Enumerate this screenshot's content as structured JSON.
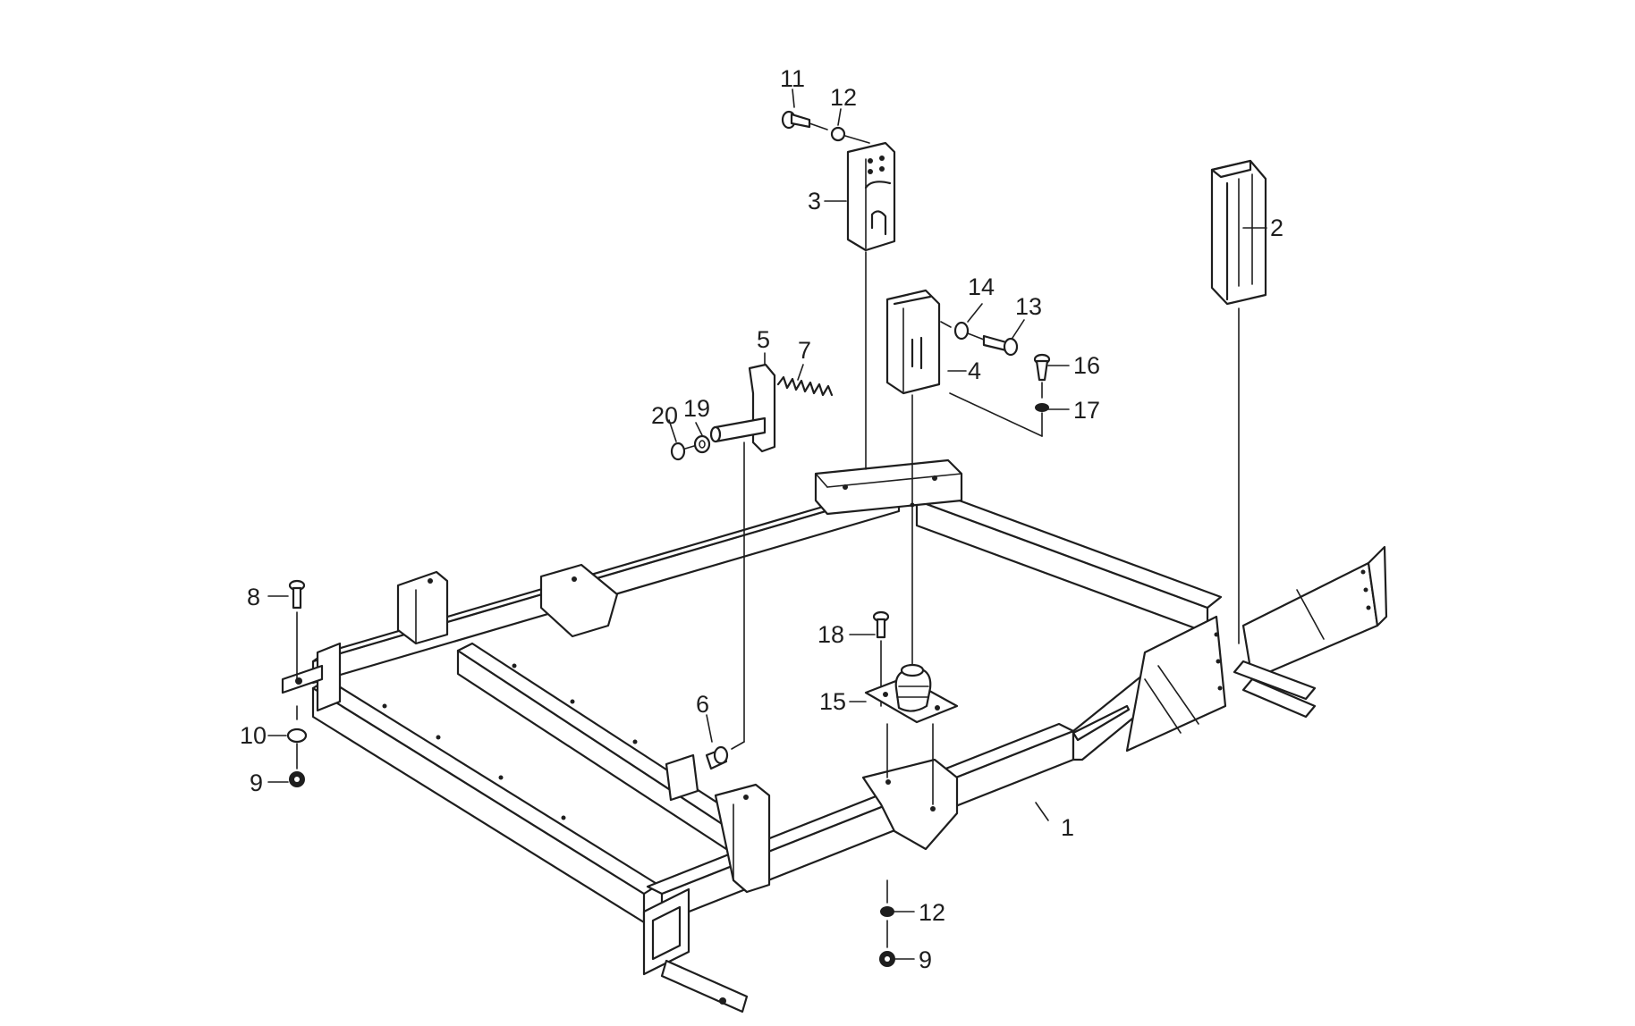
{
  "callouts": {
    "c1": "1",
    "c2": "2",
    "c3": "3",
    "c4": "4",
    "c5": "5",
    "c6": "6",
    "c7": "7",
    "c8": "8",
    "c9a": "9",
    "c9b": "9",
    "c10": "10",
    "c11": "11",
    "c12a": "12",
    "c12b": "12",
    "c13": "13",
    "c14": "14",
    "c15": "15",
    "c16": "16",
    "c17": "17",
    "c18": "18",
    "c19": "19",
    "c20": "20"
  }
}
